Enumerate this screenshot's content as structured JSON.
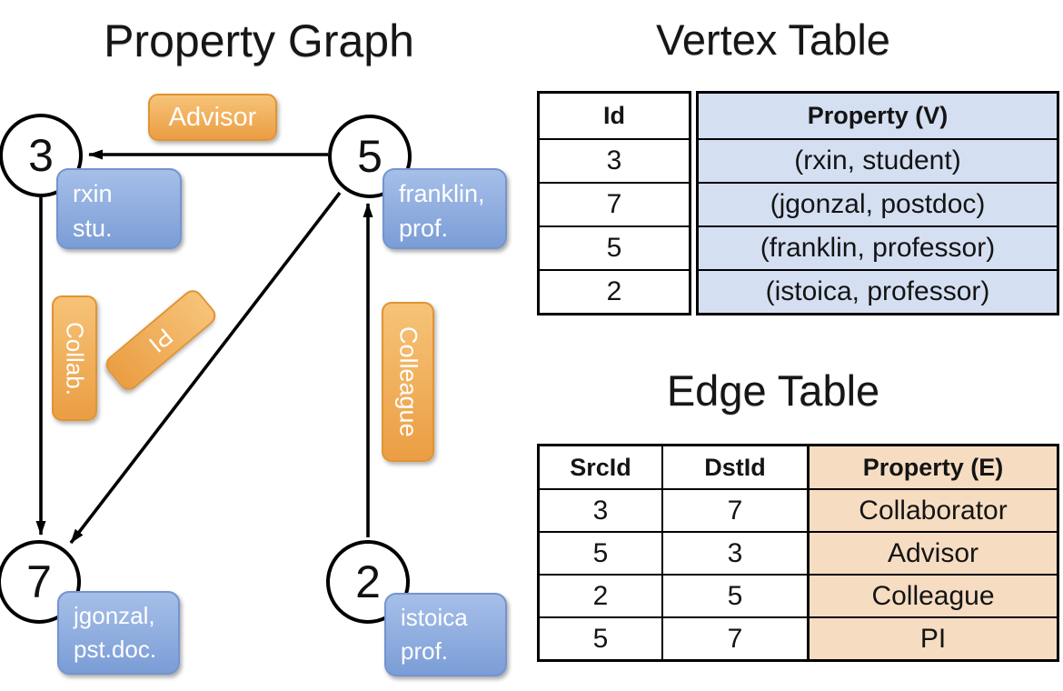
{
  "graph": {
    "title": "Property Graph",
    "nodes": [
      {
        "id": "3",
        "lines": [
          "rxin",
          "stu."
        ]
      },
      {
        "id": "5",
        "lines": [
          "franklin,",
          "prof."
        ]
      },
      {
        "id": "7",
        "lines": [
          "jgonzal,",
          "pst.doc."
        ]
      },
      {
        "id": "2",
        "lines": [
          "istoica",
          "prof."
        ]
      }
    ],
    "edge_labels": {
      "advisor": "Advisor",
      "collab": "Collab.",
      "pi": "PI",
      "colleague": "Colleague"
    },
    "edges": [
      {
        "from": "5",
        "to": "3",
        "label": "Advisor"
      },
      {
        "from": "3",
        "to": "7",
        "label": "Collab."
      },
      {
        "from": "5",
        "to": "7",
        "label": "PI"
      },
      {
        "from": "2",
        "to": "5",
        "label": "Colleague"
      }
    ]
  },
  "vertex_table": {
    "title": "Vertex Table",
    "id_header": "Id",
    "property_header": "Property (V)",
    "rows": [
      {
        "id": "3",
        "property": "(rxin, student)"
      },
      {
        "id": "7",
        "property": "(jgonzal, postdoc)"
      },
      {
        "id": "5",
        "property": "(franklin, professor)"
      },
      {
        "id": "2",
        "property": "(istoica, professor)"
      }
    ]
  },
  "edge_table": {
    "title": "Edge Table",
    "src_header": "SrcId",
    "dst_header": "DstId",
    "property_header": "Property (E)",
    "rows": [
      {
        "src": "3",
        "dst": "7",
        "property": "Collaborator"
      },
      {
        "src": "5",
        "dst": "3",
        "property": "Advisor"
      },
      {
        "src": "2",
        "dst": "5",
        "property": "Colleague"
      },
      {
        "src": "5",
        "dst": "7",
        "property": "PI"
      }
    ]
  },
  "colors": {
    "vertex_property_fill": "#d5dff2",
    "edge_property_fill": "#f6ddc2",
    "vertex_box_blue": "#7b9dd6",
    "edge_box_orange": "#eb9e43",
    "line_black": "#000000"
  }
}
